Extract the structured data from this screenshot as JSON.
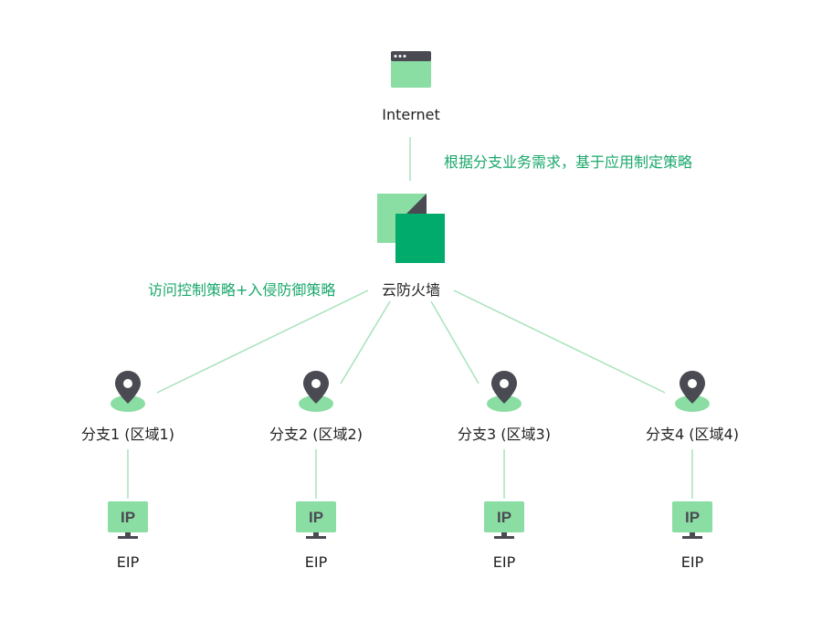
{
  "colors": {
    "green_light": "#8adda3",
    "green_dark": "#00ab6c",
    "gray_dark": "#4a4a52",
    "line": "#a8e2bb",
    "annotation": "#1aa86b"
  },
  "internet": {
    "label": "Internet",
    "icon": "browser-window-icon"
  },
  "internet_link_note": "根据分支业务需求，基于应用制定策略",
  "firewall": {
    "label": "云防火墙",
    "icon": "firewall-icon"
  },
  "branch_policy_note": "访问控制策略+入侵防御策略",
  "branches": [
    {
      "label": "分支1 (区域1)",
      "eip": "EIP",
      "eip_icon_text": "IP"
    },
    {
      "label": "分支2 (区域2)",
      "eip": "EIP",
      "eip_icon_text": "IP"
    },
    {
      "label": "分支3 (区域3)",
      "eip": "EIP",
      "eip_icon_text": "IP"
    },
    {
      "label": "分支4 (区域4)",
      "eip": "EIP",
      "eip_icon_text": "IP"
    }
  ]
}
